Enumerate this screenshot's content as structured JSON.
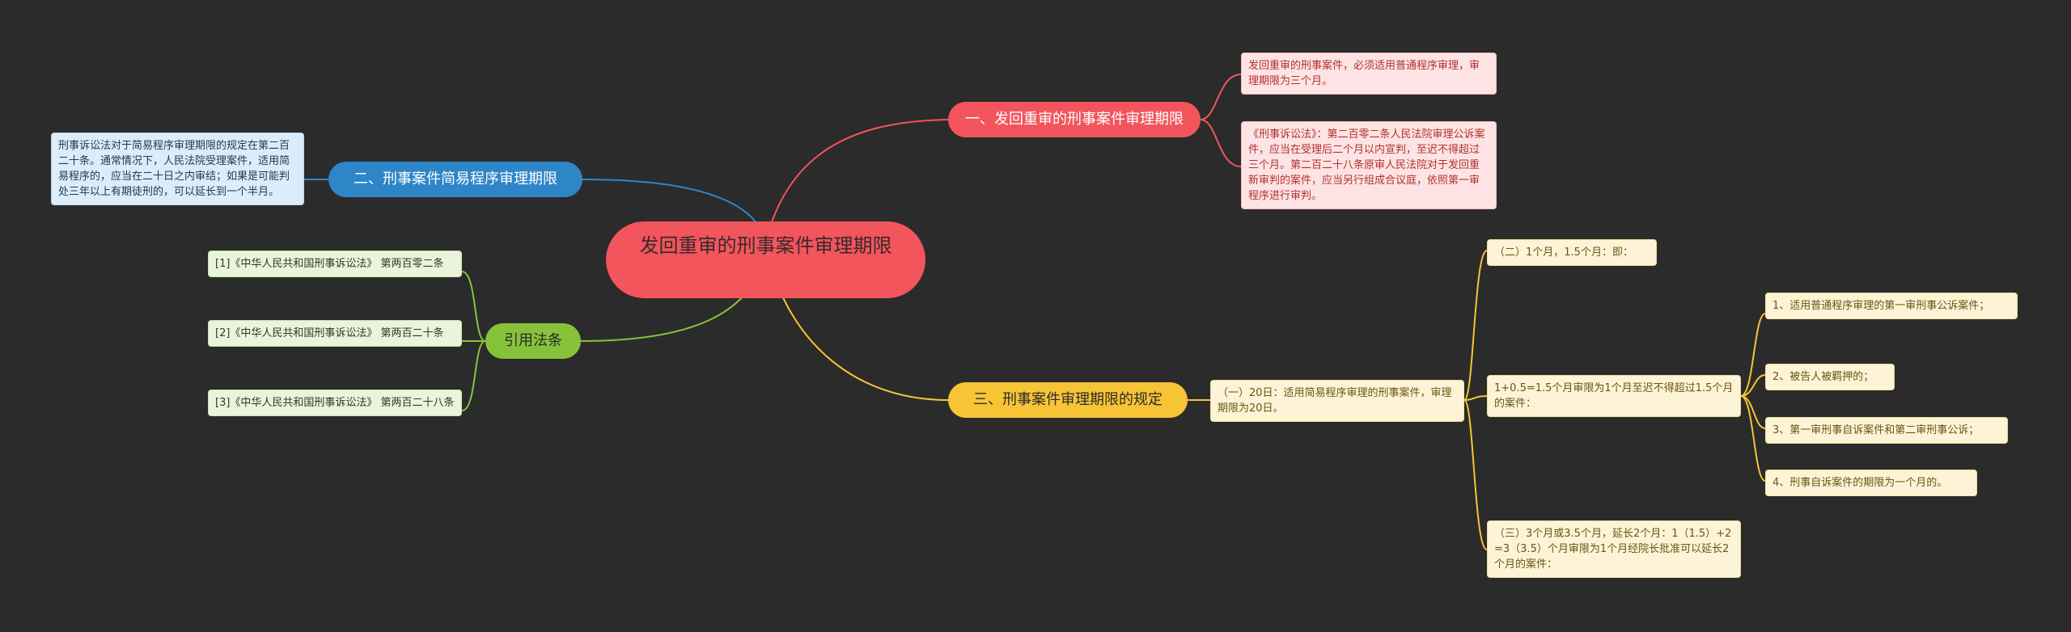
{
  "center": {
    "text": "发回重审的刑事案件审理期限"
  },
  "branches": {
    "b1": {
      "label": "一、发回重审的刑事案件审理期限",
      "cards": [
        "发回重审的刑事案件，必须适用普通程序审理，审理期限为三个月。",
        "《刑事诉讼法》：第二百零二条人民法院审理公诉案件，应当在受理后二个月以内宣判，至迟不得超过三个月。第二百二十八条原审人民法院对于发回重新审判的案件，应当另行组成合议庭，依照第一审程序进行审判。"
      ]
    },
    "b2": {
      "label": "二、刑事案件简易程序审理期限",
      "card": "刑事诉讼法对于简易程序审理期限的规定在第二百二十条。通常情况下，人民法院受理案件，适用简易程序的，应当在二十日之内审结；如果是可能判处三年以上有期徒刑的，可以延长到一个半月。"
    },
    "b3": {
      "label": "引用法条",
      "cards": [
        "[1]《中华人民共和国刑事诉讼法》 第两百零二条",
        "[2]《中华人民共和国刑事诉讼法》 第两百二十条",
        "[3]《中华人民共和国刑事诉讼法》 第两百二十八条"
      ]
    },
    "b4": {
      "label": "三、刑事案件审理期限的规定",
      "card": "（一）20日：适用简易程序审理的刑事案件，审理期限为20日。",
      "sub": [
        "（二）1个月，1.5个月：即：",
        "1+0.5=1.5个月审限为1个月至迟不得超过1.5个月的案件：",
        "（三）3个月或3.5个月，延长2个月：1（1.5）+2=3（3.5）个月审限为1个月经院长批准可以延长2个月的案件："
      ],
      "leaves": [
        "1、适用普通程序审理的第一审刑事公诉案件；",
        "2、被告人被羁押的；",
        "3、第一审刑事自诉案件和第二审刑事公诉；",
        "4、刑事自诉案件的期限为一个月的。"
      ]
    }
  },
  "colors": {
    "red": "#f2555c",
    "blue": "#2e86c8",
    "green": "#86c33a",
    "yellow": "#f7c435",
    "background": "#2b2b2b"
  }
}
